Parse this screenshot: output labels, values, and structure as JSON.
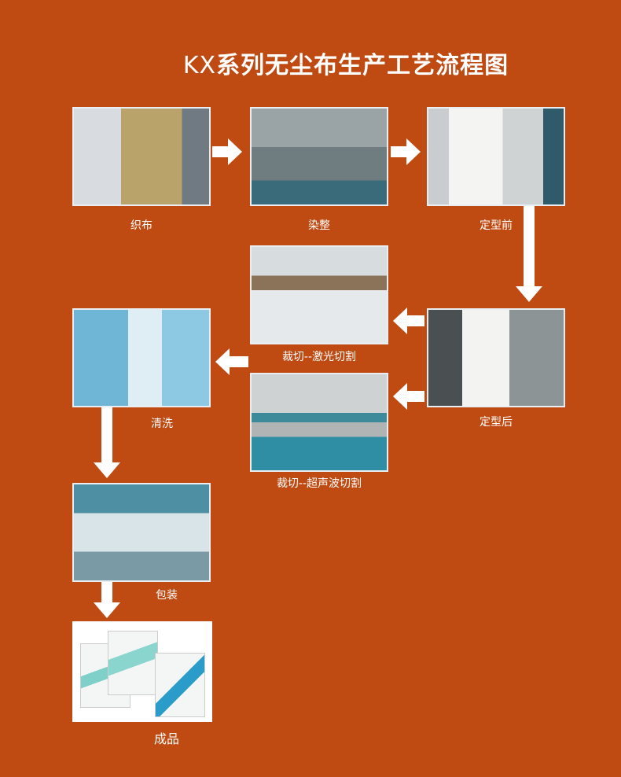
{
  "title": {
    "prefix": "KX",
    "main": "系列无尘布生产工艺流程图"
  },
  "steps": [
    {
      "label": "织布"
    },
    {
      "label": "染整"
    },
    {
      "label": "定型前"
    },
    {
      "label": "裁切--激光切割"
    },
    {
      "label": "定型后"
    },
    {
      "label": "裁切--超声波切割"
    },
    {
      "label": "清洗"
    },
    {
      "label": "包装"
    },
    {
      "label": "成品"
    }
  ],
  "colors": {
    "background": "#bf4a12",
    "arrow": "#ffffff"
  }
}
